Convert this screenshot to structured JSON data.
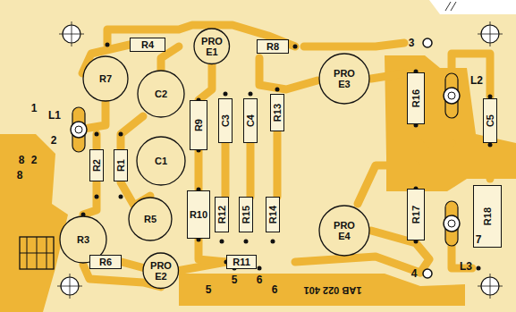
{
  "diagram": {
    "nodes": [
      {
        "text": [
          "R4"
        ]
      },
      {
        "text": [
          "PRO E1"
        ]
      },
      {
        "text": [
          "R8"
        ]
      },
      {
        "text": [
          "R7"
        ]
      },
      {
        "text": [
          "C2"
        ]
      },
      {
        "text": [
          "R9"
        ]
      },
      {
        "text": [
          "C3"
        ]
      },
      {
        "text": [
          "C4"
        ]
      },
      {
        "text": [
          "R13"
        ]
      },
      {
        "text": [
          "PRO E3"
        ]
      },
      {
        "text": [
          "R16"
        ]
      },
      {
        "text": [
          "C5"
        ]
      },
      {
        "text": [
          "R2"
        ]
      },
      {
        "text": [
          "R1"
        ]
      },
      {
        "text": [
          "C1"
        ]
      },
      {
        "text": [
          "R12"
        ]
      },
      {
        "text": [
          "R15"
        ]
      },
      {
        "text": [
          "R14"
        ]
      },
      {
        "text": [
          "R10"
        ]
      },
      {
        "text": [
          "PRO E4"
        ]
      },
      {
        "text": [
          "R17"
        ]
      },
      {
        "text": [
          "R18"
        ]
      },
      {
        "text": [
          "R3"
        ]
      },
      {
        "text": [
          "R5"
        ]
      },
      {
        "text": [
          "R6"
        ]
      },
      {
        "text": [
          "PRO E2"
        ]
      },
      {
        "text": [
          "R11"
        ]
      }
    ],
    "labels": [
      "1",
      "L1",
      "2",
      "8",
      "2",
      "8",
      "3",
      "L2",
      "L3",
      "7",
      "4",
      "5",
      "6",
      "5",
      "6",
      "1AB 022 401"
    ]
  }
}
